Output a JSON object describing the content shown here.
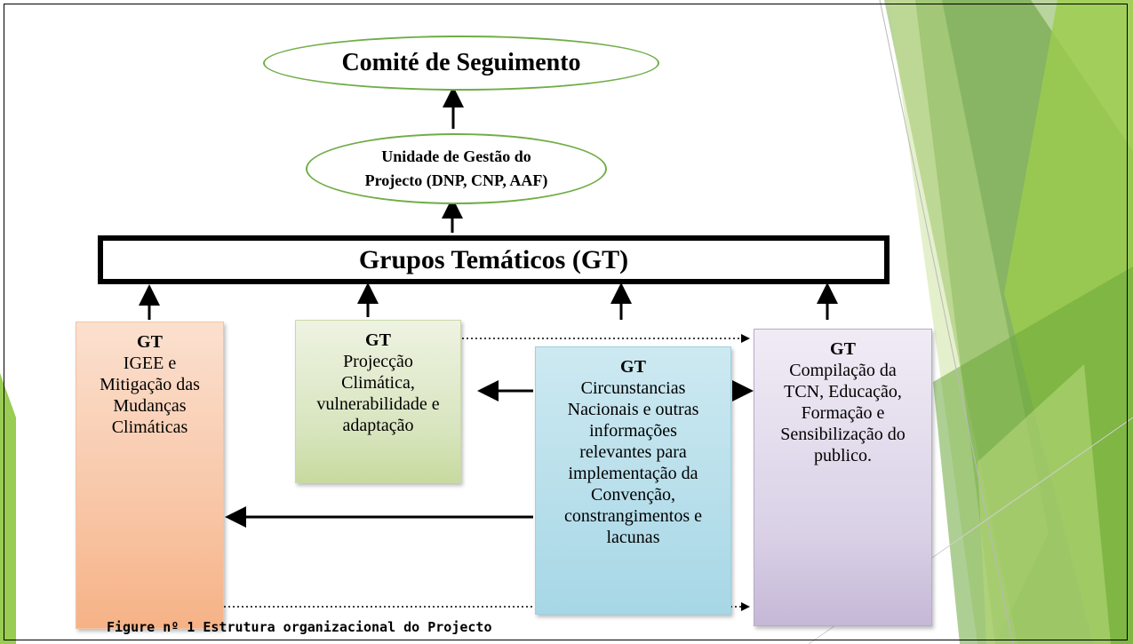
{
  "diagram": {
    "top_node": "Comité de Seguimento",
    "management_unit": {
      "line1": "Unidade de Gestão do",
      "line2": "Projecto (DNP, CNP, AAF)"
    },
    "groups_bar": "Grupos Temáticos  (GT)",
    "groups": [
      {
        "heading": "GT",
        "lines": [
          "IGEE e",
          "Mitigação das",
          "Mudanças",
          "Climáticas"
        ]
      },
      {
        "heading": "GT",
        "lines": [
          "Projecção",
          "Climática,",
          "vulnerabilidade e",
          "adaptação"
        ]
      },
      {
        "heading": "GT",
        "lines": [
          "Circunstancias",
          "Nacionais e outras",
          "informações",
          "relevantes para",
          "implementação da",
          "Convenção,",
          "constrangimentos e",
          "lacunas"
        ]
      },
      {
        "heading": "GT",
        "lines": [
          "Compilação da",
          "TCN, Educação,",
          "Formação e",
          "Sensibilização do",
          "publico."
        ]
      }
    ]
  },
  "caption": "Figure nº 1  Estrutura organizacional do Projecto",
  "colors": {
    "ellipse_border": "#70ad47",
    "decor_green": "#8dc63f",
    "box_orange": "#f8c6a6",
    "box_green": "#d7e4bd",
    "box_blue": "#a7d7e6",
    "box_purple": "#d9d0e6"
  }
}
